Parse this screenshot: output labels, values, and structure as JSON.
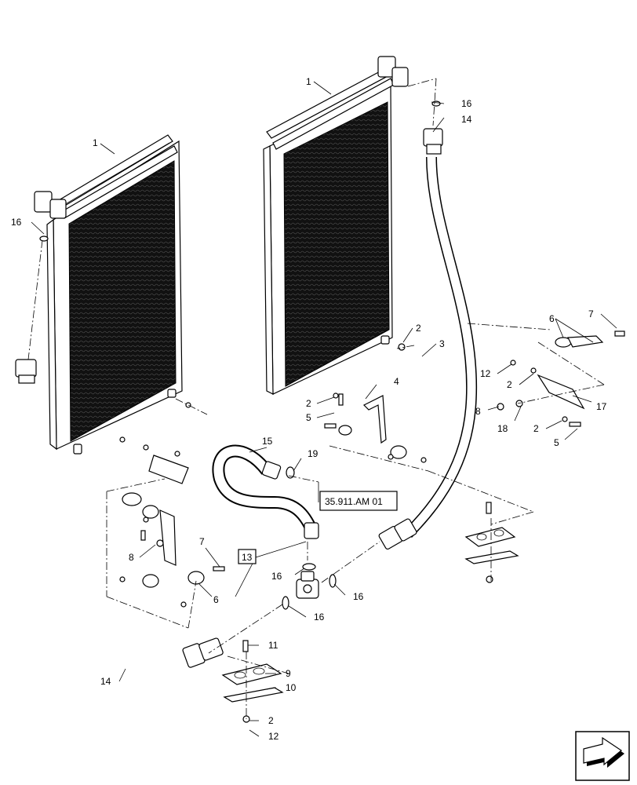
{
  "labels": {
    "l1a": "1",
    "l1b": "1",
    "l16a": "16",
    "l16b": "16",
    "l14a": "14",
    "l2a": "2",
    "l3": "3",
    "l6a": "6",
    "l7a": "7",
    "l12a": "12",
    "l2b": "2",
    "l17": "17",
    "l8a": "8",
    "l18": "18",
    "l2c": "2",
    "l5a": "5",
    "l4": "4",
    "l2d": "2",
    "l5b": "5",
    "l15": "15",
    "l19": "19",
    "l8b": "8",
    "l7b": "7",
    "l6b": "6",
    "l16c": "16",
    "l16d": "16",
    "l16e": "16",
    "l11": "11",
    "l9": "9",
    "l10": "10",
    "l2e": "2",
    "l12b": "12",
    "l14b": "14"
  },
  "refs": {
    "section_ref": "35.911.AM 01",
    "item_13": "13"
  },
  "colors": {
    "line": "#000000",
    "core": "#111111",
    "background": "#ffffff"
  },
  "icons": {
    "nav": "next-page-arrow-icon"
  }
}
